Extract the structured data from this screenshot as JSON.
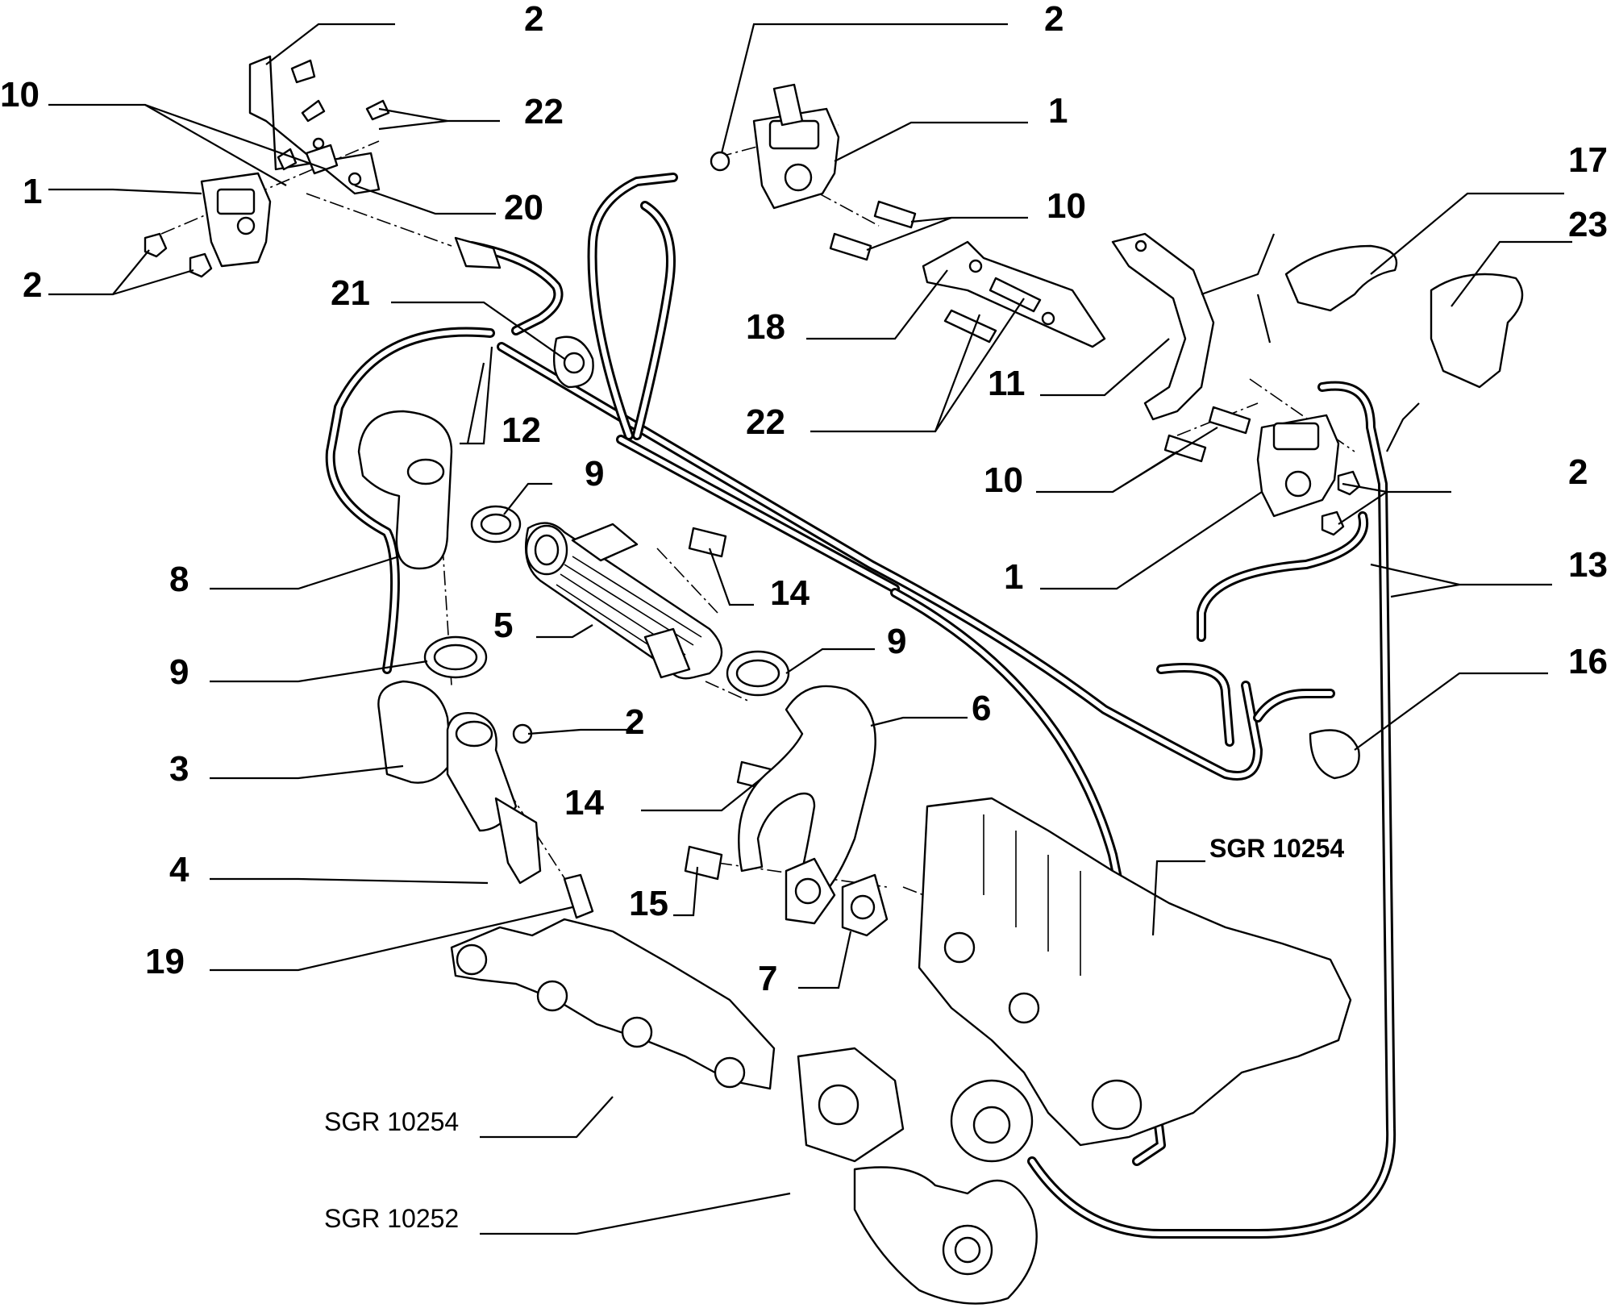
{
  "callouts": {
    "c2a": "2",
    "c10a": "10",
    "c22a": "22",
    "c1a": "1",
    "c20": "20",
    "c2b": "2",
    "c2c": "2",
    "c1b": "1",
    "c10b": "10",
    "c17": "17",
    "c23": "23",
    "c21": "21",
    "c18": "18",
    "c11": "11",
    "c12": "12",
    "c22b": "22",
    "c10c": "10",
    "c2d": "2",
    "c9a": "9",
    "c13": "13",
    "c1c": "1",
    "c8": "8",
    "c14a": "14",
    "c5": "5",
    "c9b": "9",
    "c16": "16",
    "c9c": "9",
    "c6": "6",
    "c2e": "2",
    "c3": "3",
    "c14b": "14",
    "c4": "4",
    "c15": "15",
    "c19": "19",
    "c7": "7"
  },
  "references": {
    "sgr_right": "SGR 10254",
    "sgr_manifold": "SGR 10254",
    "sgr_turbo": "SGR 10252"
  }
}
